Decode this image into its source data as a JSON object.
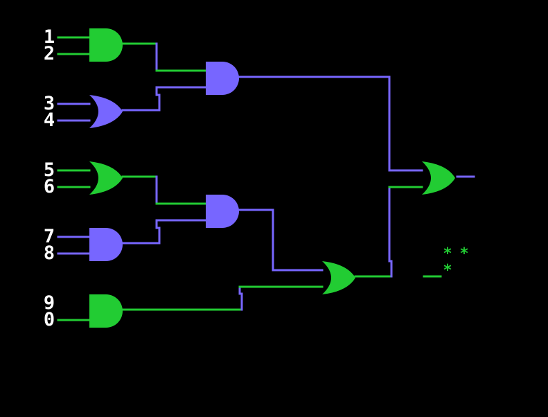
{
  "colors": {
    "green": "#22cc33",
    "purple": "#7766ff",
    "label": "#ffffff",
    "background": "#000000"
  },
  "inputs": [
    "1",
    "2",
    "3",
    "4",
    "5",
    "6",
    "7",
    "8",
    "9",
    "0"
  ],
  "gates": [
    {
      "id": "g1",
      "type": "and",
      "color": "green"
    },
    {
      "id": "g2",
      "type": "or",
      "color": "purple"
    },
    {
      "id": "g3",
      "type": "or",
      "color": "green"
    },
    {
      "id": "g4",
      "type": "and",
      "color": "purple"
    },
    {
      "id": "g5",
      "type": "and",
      "color": "green"
    },
    {
      "id": "g6",
      "type": "and",
      "color": "purple"
    },
    {
      "id": "g7",
      "type": "and",
      "color": "purple"
    },
    {
      "id": "g8",
      "type": "or",
      "color": "green"
    },
    {
      "id": "g9",
      "type": "or",
      "color": "green"
    }
  ],
  "status": {
    "marks": [
      "*",
      "*",
      "*"
    ]
  }
}
